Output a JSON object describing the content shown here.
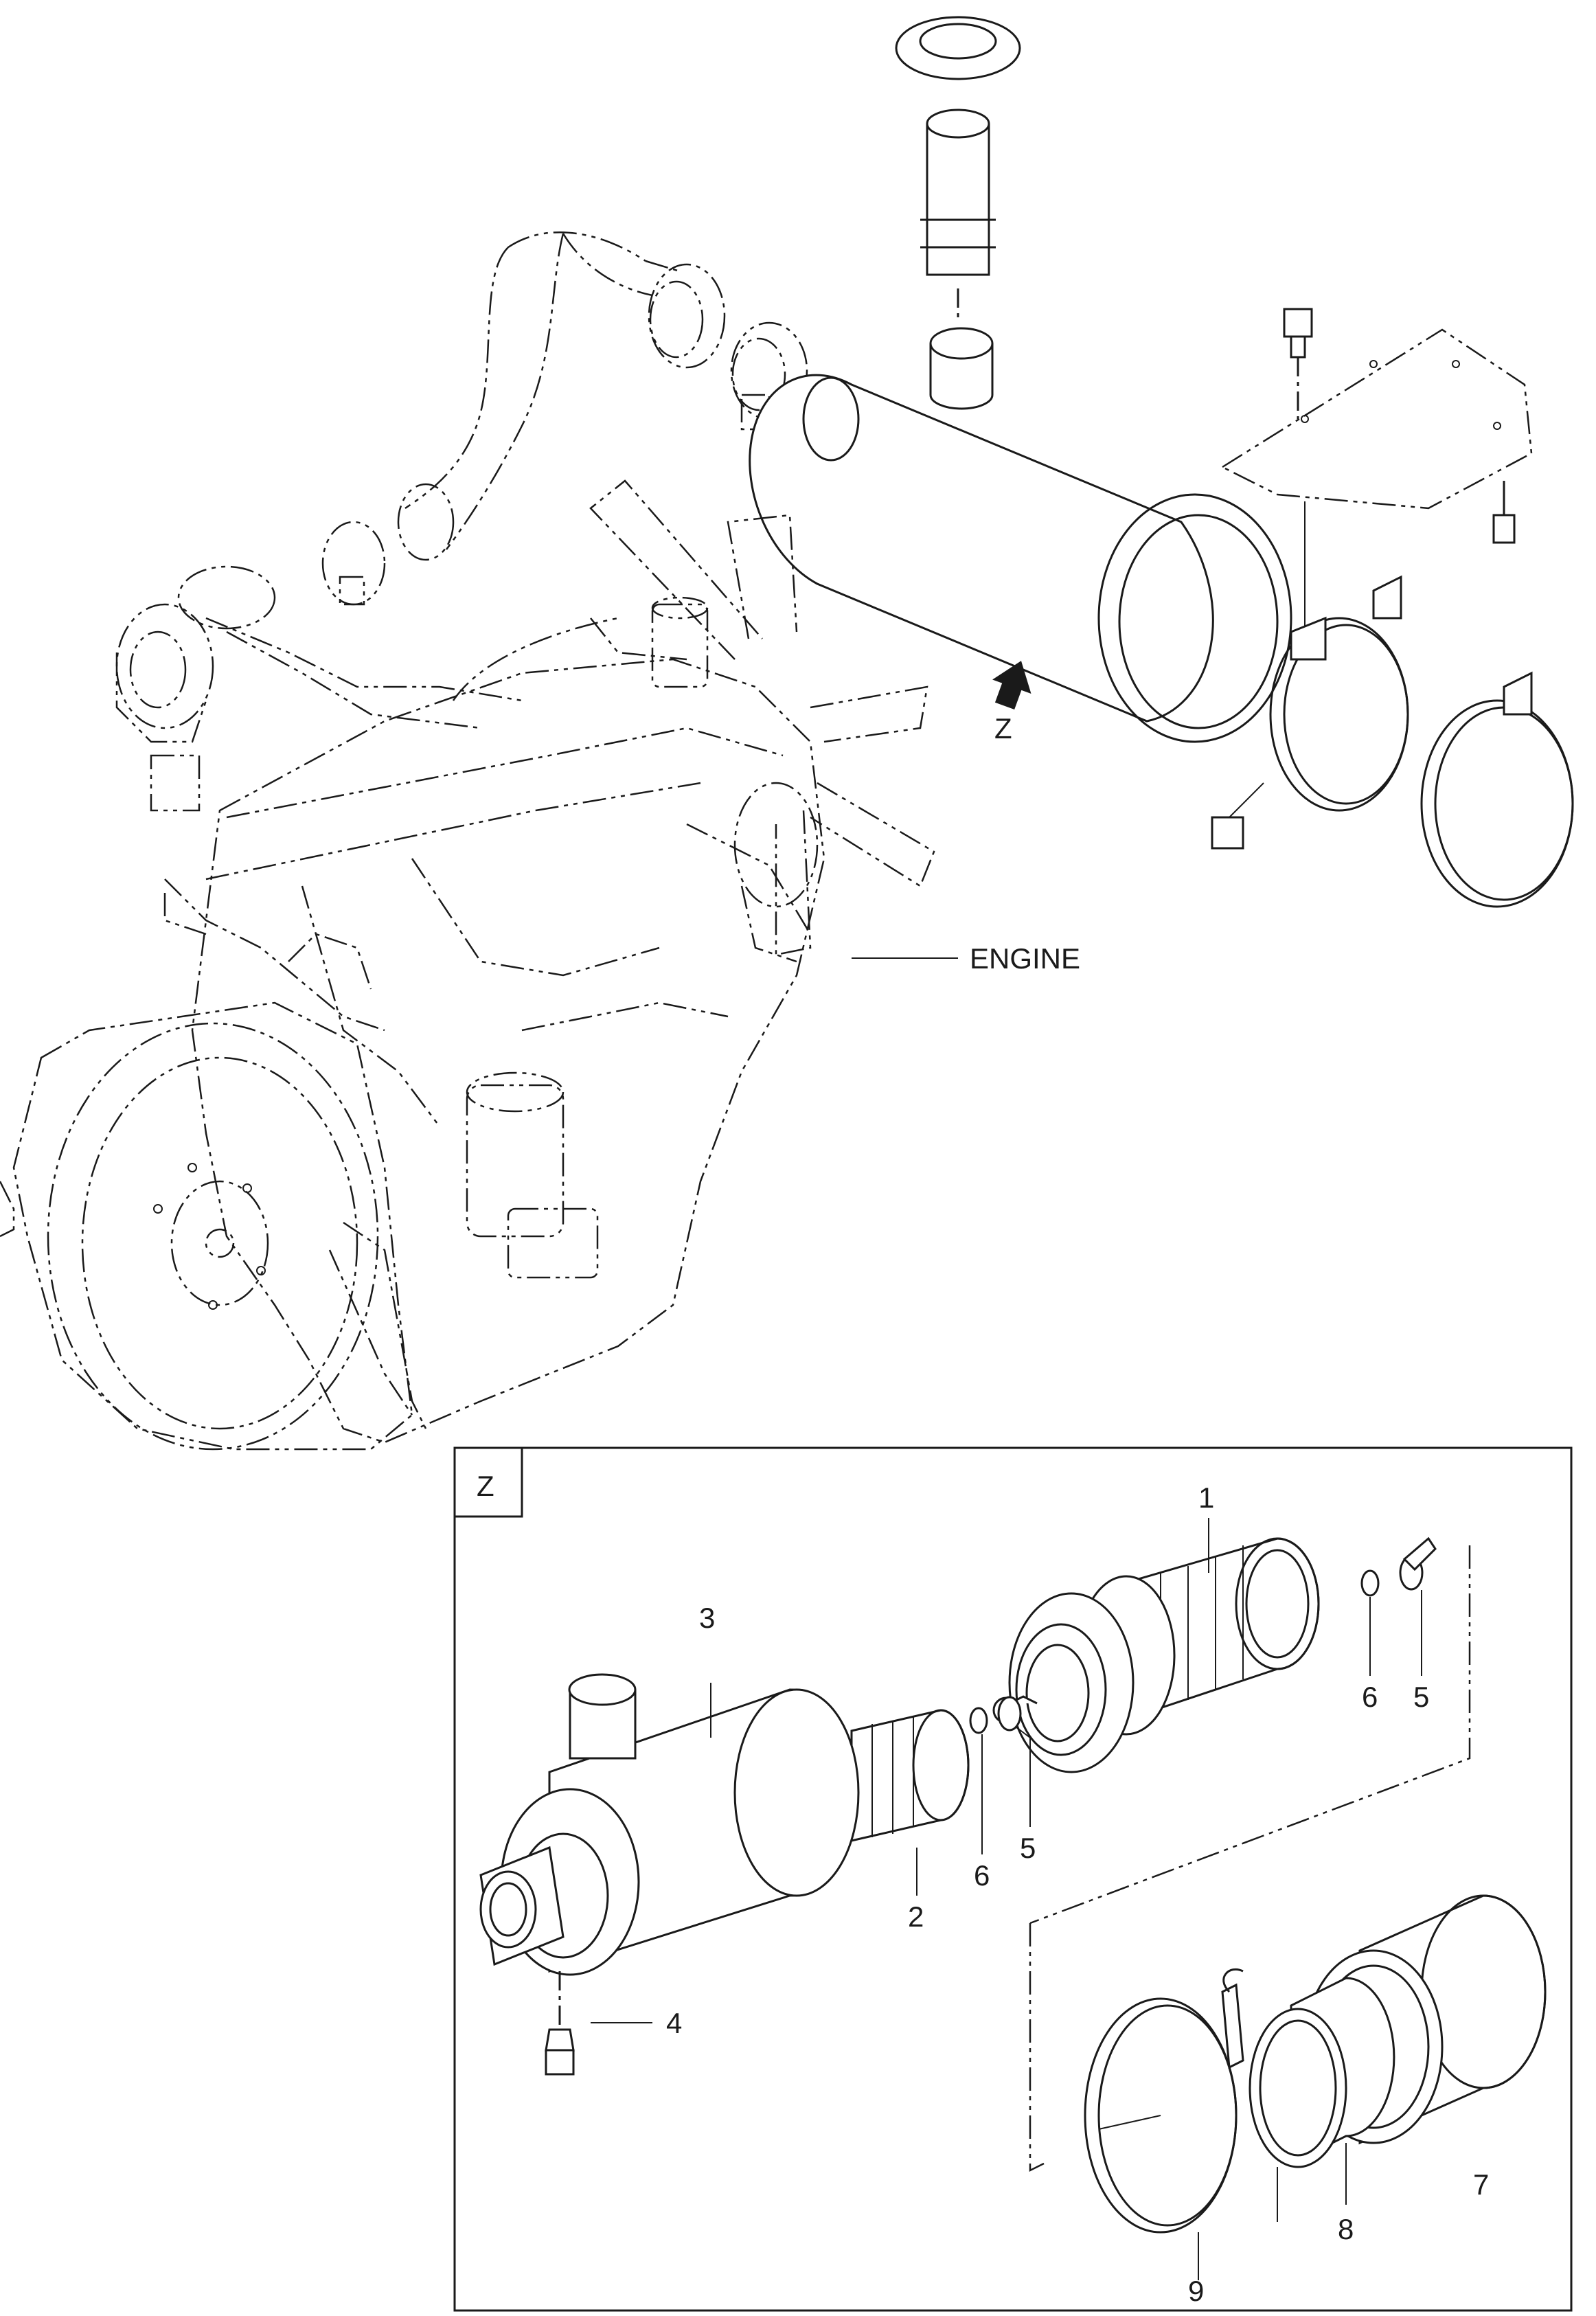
{
  "labels": {
    "engine": "ENGINE",
    "view_arrow": "Z",
    "detail_box": "Z"
  },
  "callouts": {
    "c1": "1",
    "c2": "2",
    "c3": "3",
    "c4": "4",
    "c5a": "5",
    "c5b": "5",
    "c6a": "6",
    "c6b": "6",
    "c7": "7",
    "c8": "8",
    "c9": "9"
  }
}
